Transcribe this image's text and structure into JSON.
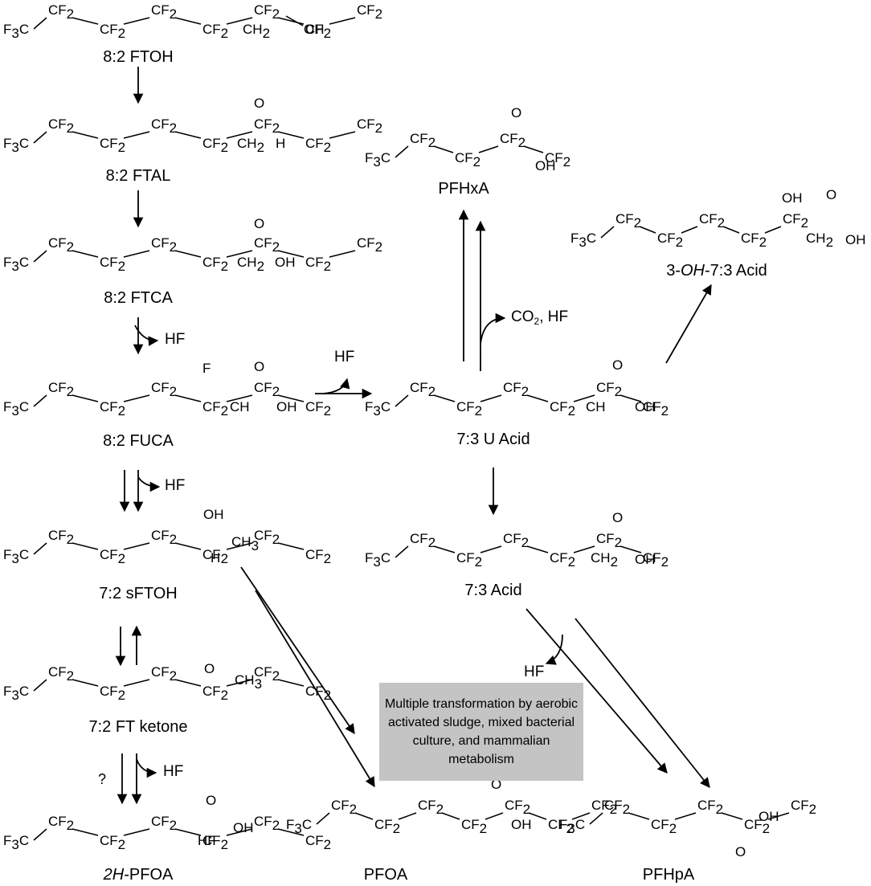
{
  "compounds": {
    "ftoh": {
      "name": "8:2 FTOH"
    },
    "ftal": {
      "name": "8:2 FTAL"
    },
    "ftca": {
      "name": "8:2 FTCA"
    },
    "fuca": {
      "name": "8:2 FUCA"
    },
    "sftoh": {
      "name": "7:2 sFTOH"
    },
    "ketone": {
      "name": "7:2 FT ketone"
    },
    "pfoa2h": {
      "prefix": "2H",
      "name": "-PFOA"
    },
    "pfoa": {
      "name": "PFOA"
    },
    "pfhpa": {
      "name": "PFHpA"
    },
    "pfhxa": {
      "name": "PFHxA"
    },
    "u_acid": {
      "name": "7:3 U Acid"
    },
    "acid73": {
      "name": "7:3 Acid"
    },
    "oh73": {
      "prefix": "3-",
      "italic": "OH",
      "suffix": "-7:3 Acid"
    }
  },
  "byproducts": {
    "hf": "HF",
    "co2_hf": "CO2, HF",
    "question": "?"
  },
  "note": {
    "text": "Multiple transformation by aerobic activated sludge, mixed bacterial culture, and mammalian metabolism"
  }
}
